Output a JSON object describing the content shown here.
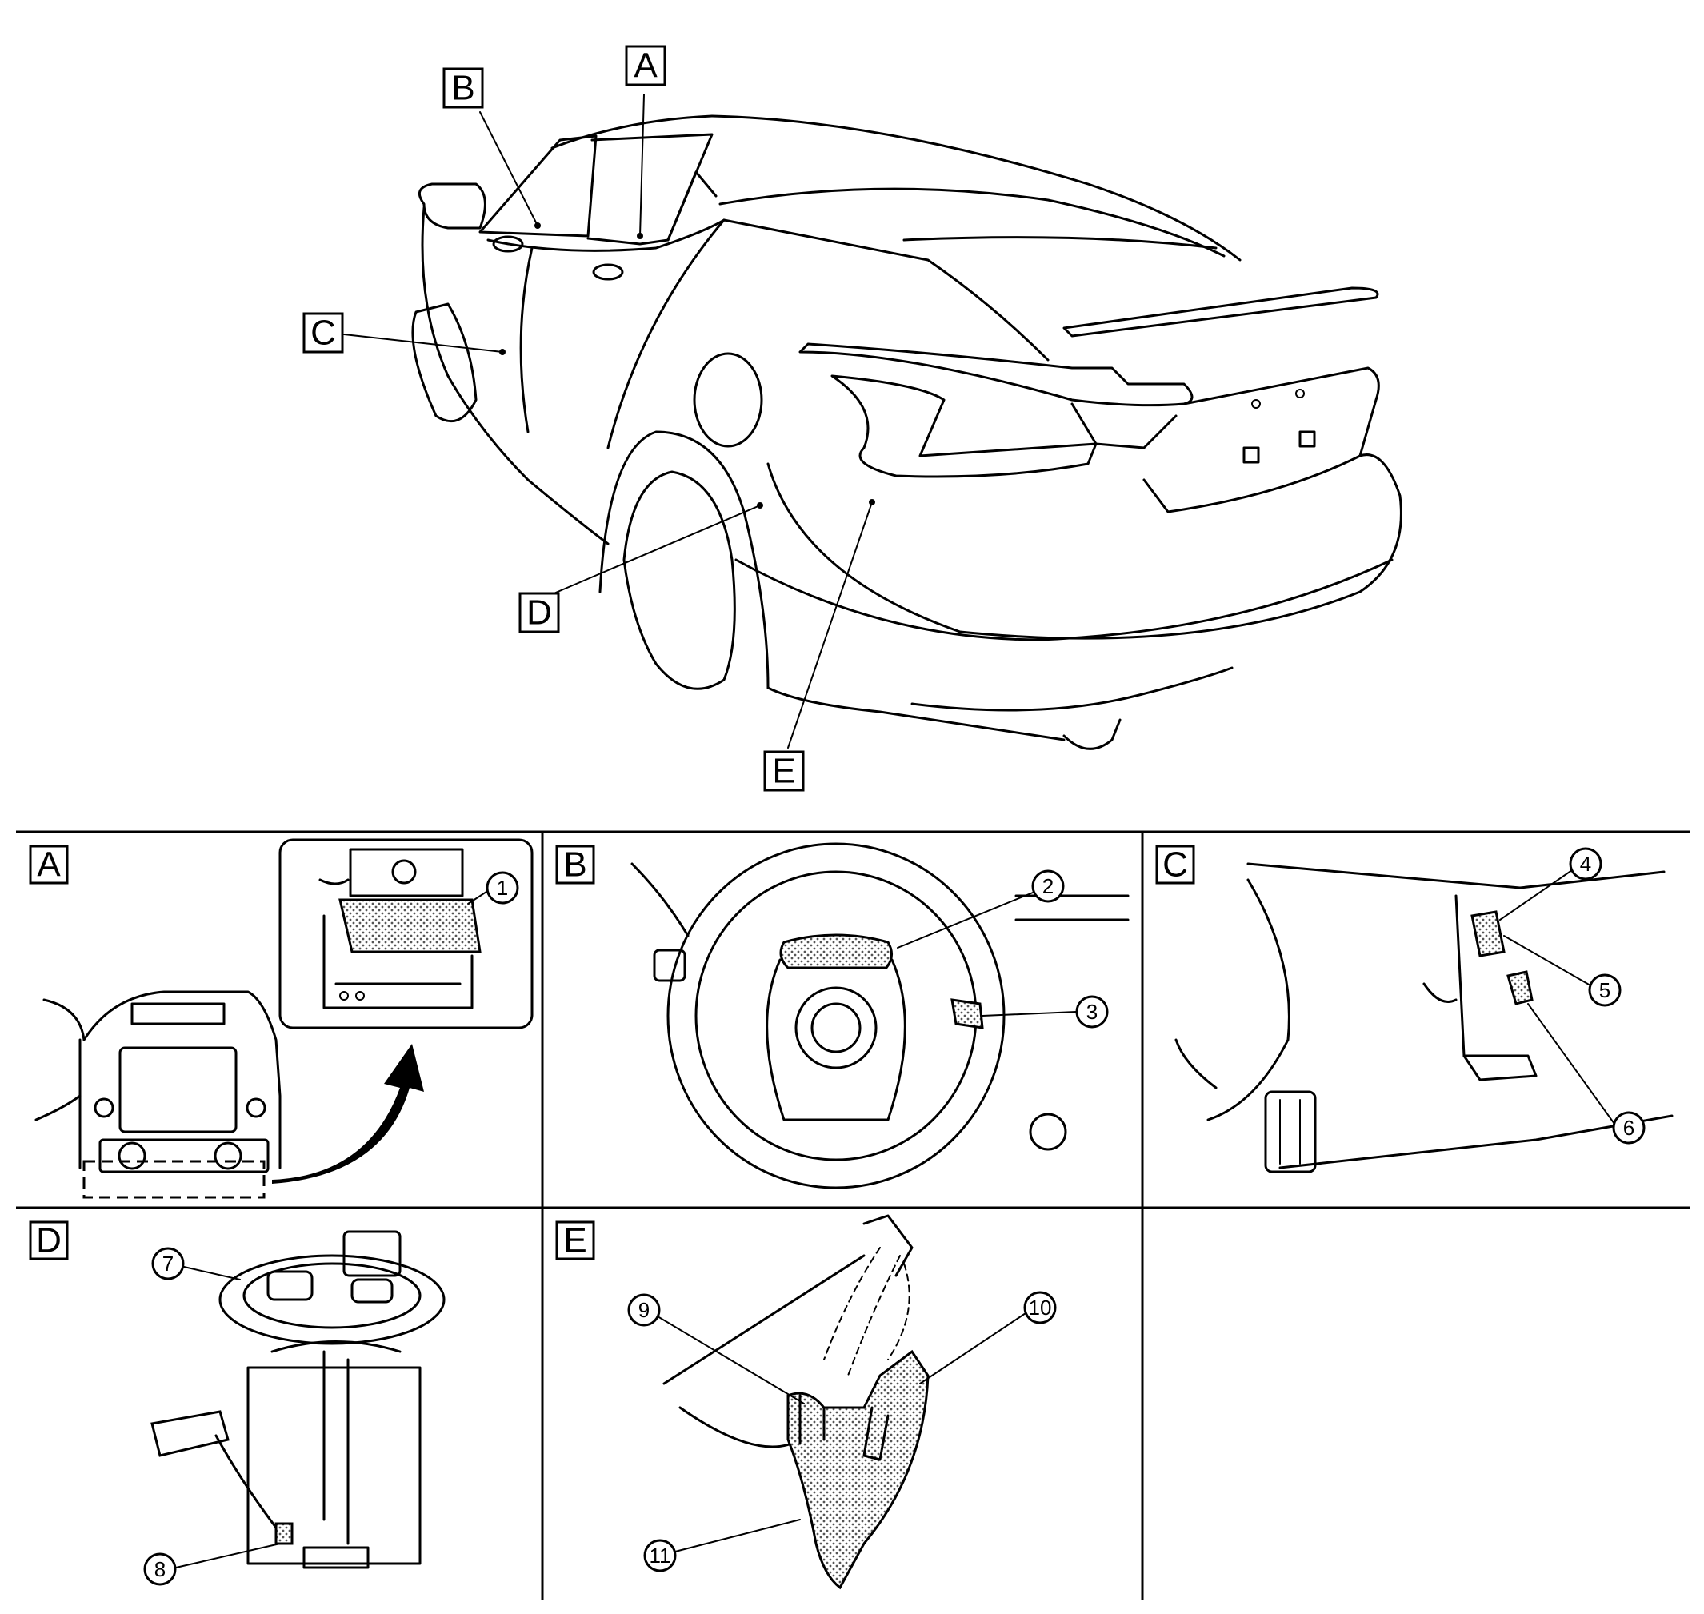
{
  "callouts": {
    "main": [
      "A",
      "B",
      "C",
      "D",
      "E"
    ],
    "panels": [
      "A",
      "B",
      "C",
      "D",
      "E"
    ]
  },
  "numbers": [
    "1",
    "2",
    "3",
    "4",
    "5",
    "6",
    "7",
    "8",
    "9",
    "10",
    "11"
  ]
}
